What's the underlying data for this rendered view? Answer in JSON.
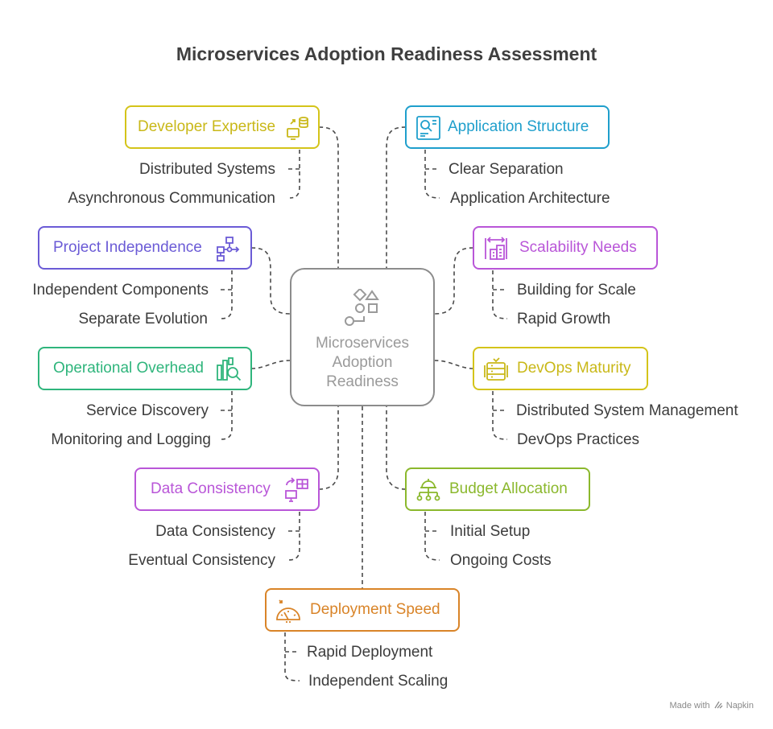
{
  "title": "Microservices Adoption Readiness Assessment",
  "center": {
    "line1": "Microservices",
    "line2": "Adoption",
    "line3": "Readiness",
    "icon": "shapes-icon"
  },
  "nodes": [
    {
      "label": "Developer Expertise",
      "color": "#d4c41a",
      "icon": "developer-database-icon",
      "items": [
        "Distributed Systems",
        "Asynchronous Communication"
      ]
    },
    {
      "label": "Application Structure",
      "color": "#1f9fcc",
      "icon": "architecture-diagram-icon",
      "items": [
        "Clear Separation",
        "Application Architecture"
      ]
    },
    {
      "label": "Project Independence",
      "color": "#6b5bd6",
      "icon": "flowchart-icon",
      "items": [
        "Independent Components",
        "Separate Evolution"
      ]
    },
    {
      "label": "Scalability Needs",
      "color": "#b956d8",
      "icon": "scaling-buildings-icon",
      "items": [
        "Building for Scale",
        "Rapid Growth"
      ]
    },
    {
      "label": "Operational Overhead",
      "color": "#2fb57c",
      "icon": "chart-magnifier-icon",
      "items": [
        "Service Discovery",
        "Monitoring and Logging"
      ]
    },
    {
      "label": "DevOps Maturity",
      "color": "#d4c41a",
      "icon": "server-stack-icon",
      "items": [
        "Distributed System Management",
        "DevOps Practices"
      ]
    },
    {
      "label": "Data Consistency",
      "color": "#b956d8",
      "icon": "data-sync-icon",
      "items": [
        "Data Consistency",
        "Eventual Consistency"
      ]
    },
    {
      "label": "Budget Allocation",
      "color": "#8bb82d",
      "icon": "budget-hierarchy-icon",
      "items": [
        "Initial Setup",
        "Ongoing Costs"
      ]
    },
    {
      "label": "Deployment Speed",
      "color": "#d98428",
      "icon": "speedometer-icon",
      "items": [
        "Rapid Deployment",
        "Independent Scaling"
      ]
    }
  ],
  "footer": {
    "made_with": "Made with",
    "brand": "Napkin"
  }
}
